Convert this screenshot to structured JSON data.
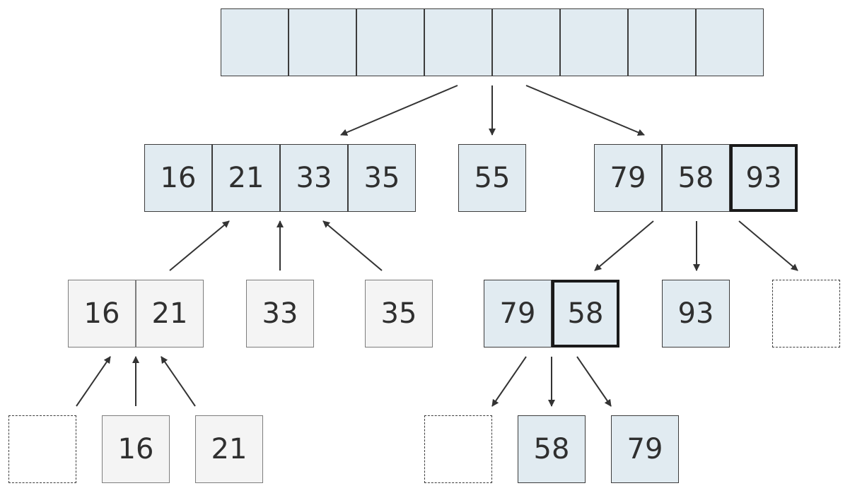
{
  "root": [
    "",
    "",
    "",
    "",
    "",
    "",
    "",
    ""
  ],
  "level1": {
    "left": [
      "16",
      "21",
      "33",
      "35"
    ],
    "pivot": "55",
    "right": [
      "79",
      "58",
      "93"
    ]
  },
  "level2": {
    "left_pair": [
      "16",
      "21"
    ],
    "left_mid": "33",
    "left_right": "35",
    "right_pair": [
      "79",
      "58"
    ],
    "right_pivot": "93",
    "right_empty": ""
  },
  "level3": {
    "left_empty": "",
    "left_pivot": "16",
    "left_right": "21",
    "right_empty": "",
    "right_pivot": "58",
    "right_right": "79"
  },
  "colors": {
    "blue_fill": "#e1ebf1",
    "gray_fill": "#f4f4f4",
    "border": "#3c3c3c",
    "arrow": "#333333"
  }
}
